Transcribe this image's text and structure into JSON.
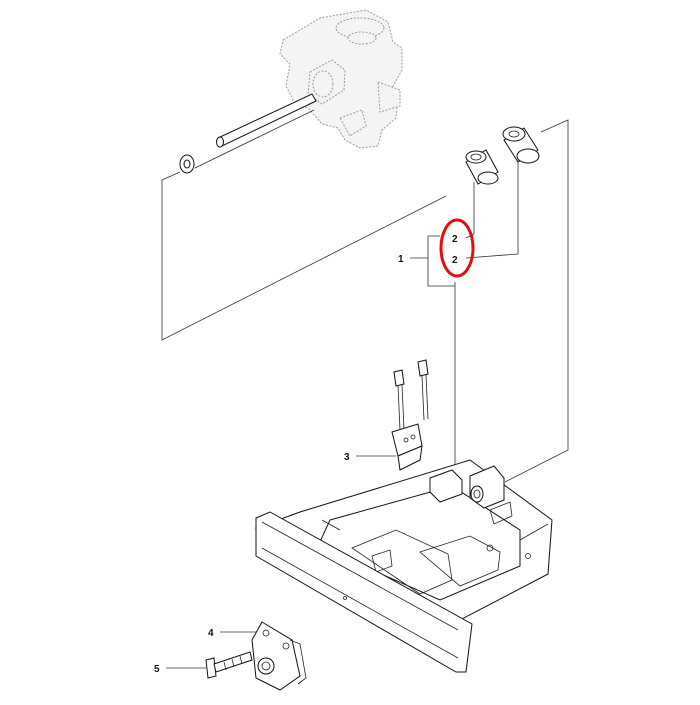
{
  "callouts": {
    "c1": "1",
    "c2a": "2",
    "c2b": "2",
    "c3": "3",
    "c4": "4",
    "c5": "5"
  },
  "highlight": {
    "color": "#e01010",
    "target": "callout-2"
  }
}
